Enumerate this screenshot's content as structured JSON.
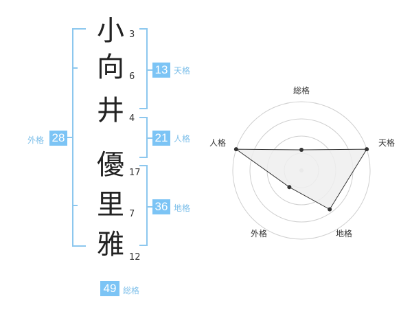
{
  "colors": {
    "accent_badge": "#7cc4f5",
    "accent_line": "#8cc7ee",
    "accent_text": "#7fc0ea",
    "radar_fill": "#eeeeee",
    "radar_grid": "#cfcfcf"
  },
  "name": {
    "characters": [
      {
        "char": "小",
        "strokes": "3"
      },
      {
        "char": "向",
        "strokes": "6"
      },
      {
        "char": "井",
        "strokes": "4"
      },
      {
        "char": "優",
        "strokes": "17"
      },
      {
        "char": "里",
        "strokes": "7"
      },
      {
        "char": "雅",
        "strokes": "12"
      }
    ]
  },
  "fortune": {
    "tenkaku": {
      "label": "天格",
      "value": "13"
    },
    "jinkaku": {
      "label": "人格",
      "value": "21"
    },
    "chikaku": {
      "label": "地格",
      "value": "36"
    },
    "gaikaku": {
      "label": "外格",
      "value": "28"
    },
    "soukaku": {
      "label": "総格",
      "value": "49"
    }
  },
  "chart_data": {
    "type": "radar",
    "axes": [
      "総格",
      "天格",
      "地格",
      "外格",
      "人格"
    ],
    "values": [
      0.3,
      1.0,
      0.7,
      0.3,
      1.0
    ],
    "max": 1.0,
    "grid_rings": 4
  }
}
